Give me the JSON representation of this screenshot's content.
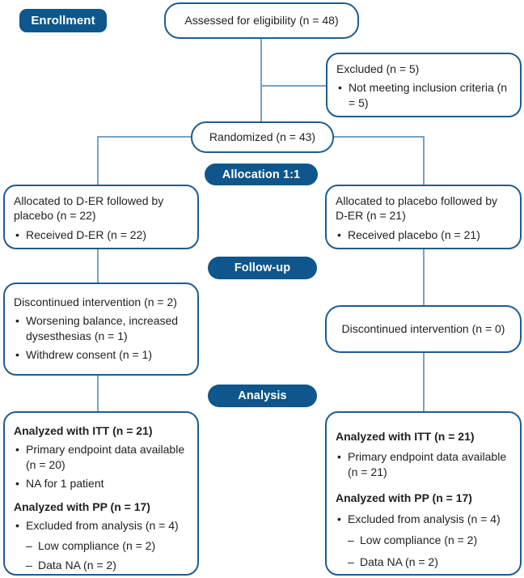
{
  "colors": {
    "pill_bg": "#0E568C",
    "pill_text": "#FFFFFF",
    "box_border": "#1E5C8F",
    "connector": "#78A2C2",
    "text": "#1F1F1F",
    "background": "#FFFFFF"
  },
  "stages": {
    "enrollment": "Enrollment",
    "allocation": "Allocation 1:1",
    "followup": "Follow-up",
    "analysis": "Analysis"
  },
  "boxes": {
    "assessed": {
      "text": "Assessed for eligibility (n = 48)"
    },
    "excluded": {
      "title": "Excluded (n = 5)",
      "bullets": [
        "Not meeting inclusion criteria (n = 5)"
      ]
    },
    "randomized": {
      "text": "Randomized (n = 43)"
    },
    "allocated_der_first": {
      "title": "Allocated to D-ER followed by placebo (n = 22)",
      "bullets": [
        "Received D-ER (n = 22)"
      ]
    },
    "allocated_placebo_first": {
      "title": "Allocated to placebo followed by D-ER (n = 21)",
      "bullets": [
        "Received placebo (n = 21)"
      ]
    },
    "discontinued_der_first": {
      "title": "Discontinued intervention (n = 2)",
      "bullets": [
        "Worsening balance, increased dysesthesias (n = 1)",
        "Withdrew consent (n = 1)"
      ]
    },
    "discontinued_placebo_first": {
      "text": "Discontinued intervention (n = 0)"
    },
    "analysis_der_first": {
      "itt_heading": "Analyzed with ITT (n = 21)",
      "itt_bullets": [
        "Primary endpoint data available (n = 20)",
        "NA for 1 patient"
      ],
      "pp_heading": "Analyzed with PP (n = 17)",
      "pp_bullets": [
        "Excluded from analysis (n = 4)"
      ],
      "pp_sub_items": [
        "Low compliance (n = 2)",
        "Data NA (n = 2)"
      ]
    },
    "analysis_placebo_first": {
      "itt_heading": "Analyzed with ITT (n = 21)",
      "itt_bullets": [
        "Primary endpoint data available (n = 21)"
      ],
      "pp_heading": "Analyzed with PP (n = 17)",
      "pp_bullets": [
        "Excluded from analysis (n = 4)"
      ],
      "pp_sub_items": [
        "Low compliance (n = 2)",
        "Data NA (n = 2)"
      ]
    }
  }
}
